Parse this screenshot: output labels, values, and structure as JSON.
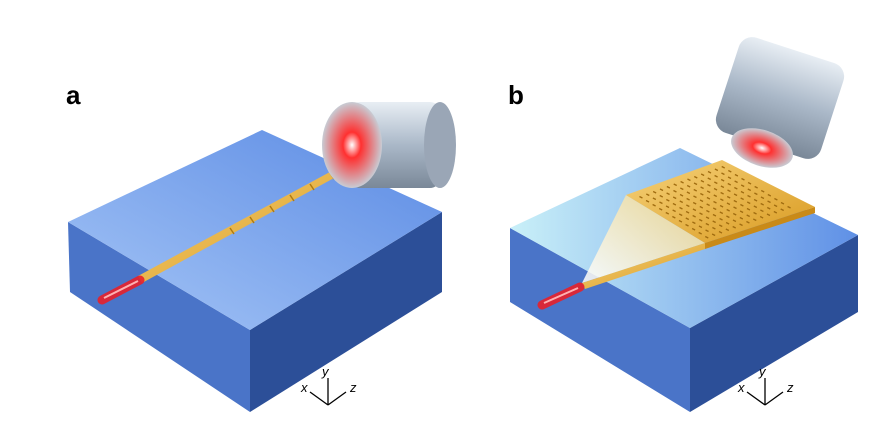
{
  "panels": [
    {
      "label": "a",
      "description_axes": {
        "x": "x",
        "y": "y",
        "z": "z"
      }
    },
    {
      "label": "b",
      "description_axes": {
        "x": "x",
        "y": "y",
        "z": "z"
      }
    }
  ],
  "colors": {
    "slab_top": "#7aa8ee",
    "slab_side": "#3f68b8",
    "gold": "#e8b43a",
    "laser": "#e8202a",
    "cylinder": "#b8c4d4"
  }
}
